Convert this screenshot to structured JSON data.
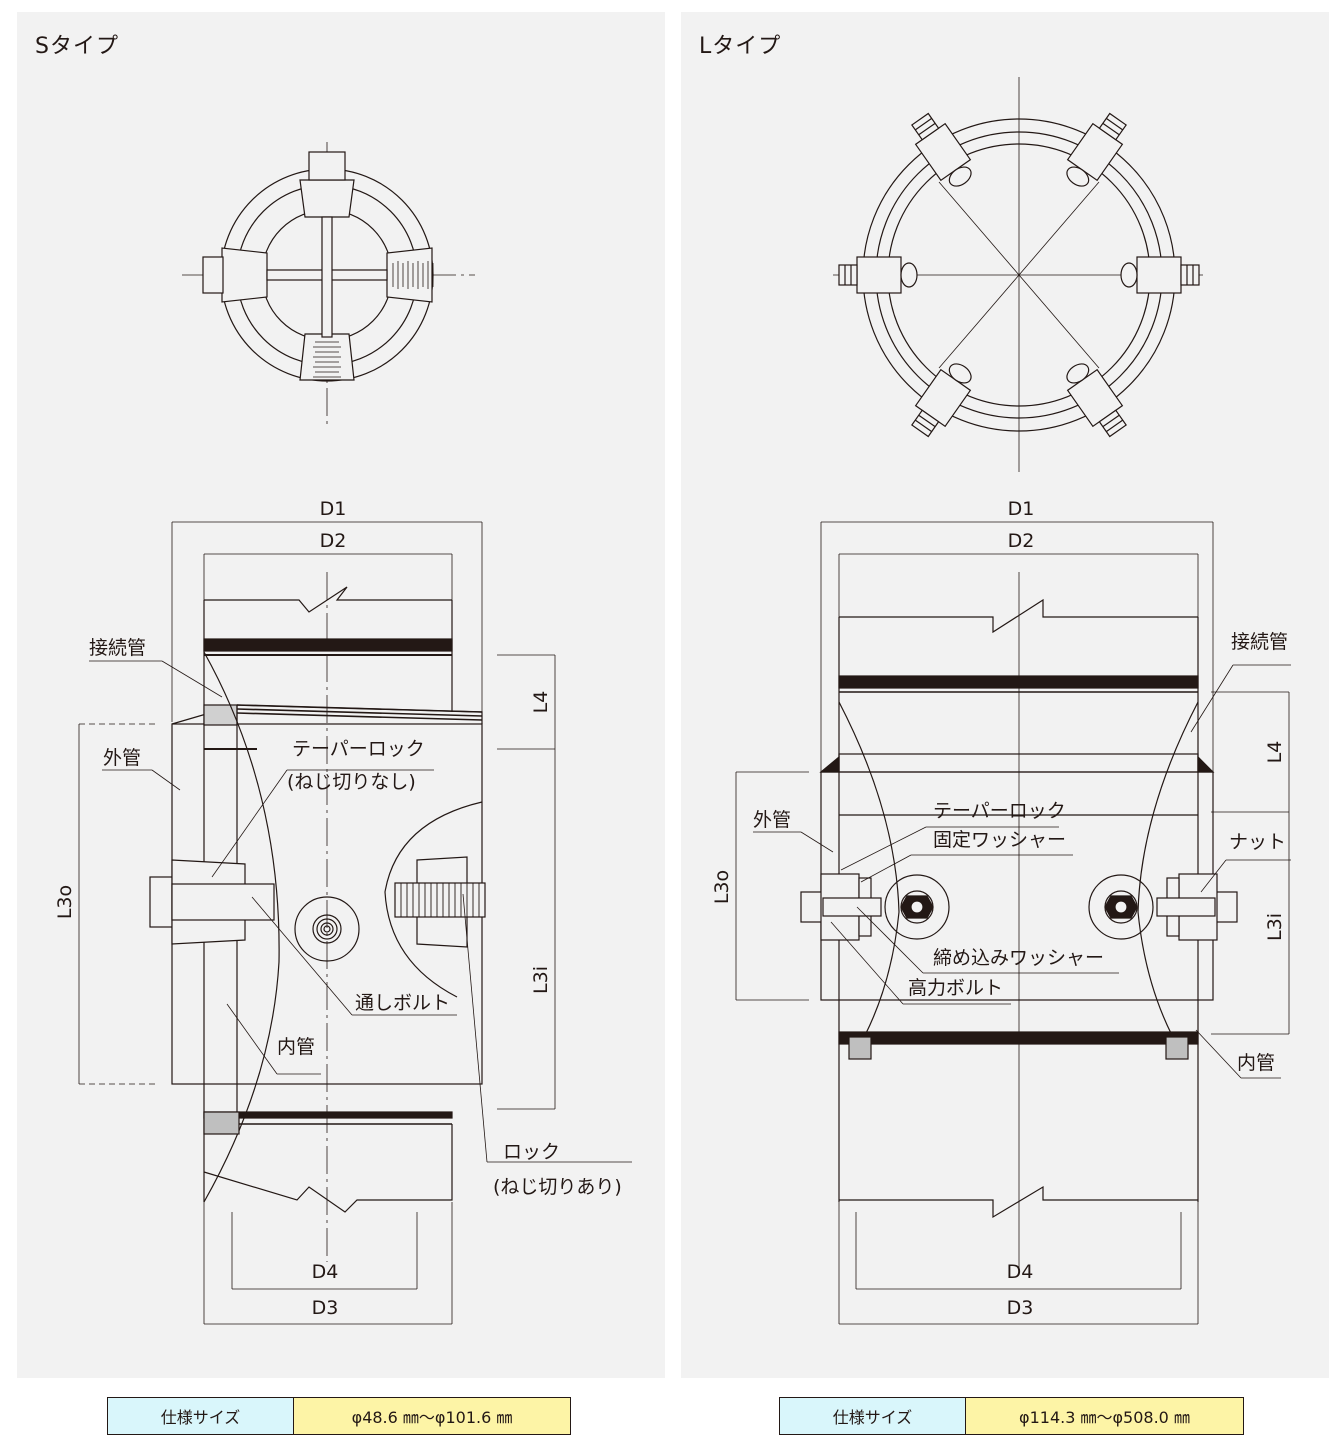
{
  "panels": [
    {
      "title": "Sタイプ",
      "dims": {
        "d1": "D1",
        "d2": "D2",
        "d3": "D3",
        "d4": "D4",
        "l4": "L4",
        "l3o": "L3o",
        "l3i": "L3i"
      },
      "labels": {
        "connecting_pipe": "接続管",
        "outer_pipe": "外管",
        "taper_lock": "テーパーロック",
        "taper_lock_note": "(ねじ切りなし)",
        "through_bolt": "通しボルト",
        "inner_pipe": "内管",
        "lock": "ロック",
        "lock_note": "(ねじ切りあり)"
      },
      "spec": {
        "label": "仕様サイズ",
        "value": "φ48.6 ㎜〜φ101.6 ㎜"
      }
    },
    {
      "title": "Lタイプ",
      "dims": {
        "d1": "D1",
        "d2": "D2",
        "d3": "D3",
        "d4": "D4",
        "l4": "L4",
        "l3o": "L3o",
        "l3i": "L3i"
      },
      "labels": {
        "connecting_pipe": "接続管",
        "outer_pipe": "外管",
        "taper_lock": "テーパーロック",
        "fixed_washer": "固定ワッシャー",
        "nut": "ナット",
        "tightening_washer": "締め込みワッシャー",
        "high_strength_bolt": "高力ボルト",
        "inner_pipe": "内管"
      },
      "spec": {
        "label": "仕様サイズ",
        "value": "φ114.3 ㎜〜φ508.0 ㎜"
      }
    }
  ],
  "colors": {
    "panel_bg": "#f2f2f2",
    "line": "#231815",
    "spec_key_bg": "#d9f6fb",
    "spec_value_bg": "#fdf4a6"
  }
}
